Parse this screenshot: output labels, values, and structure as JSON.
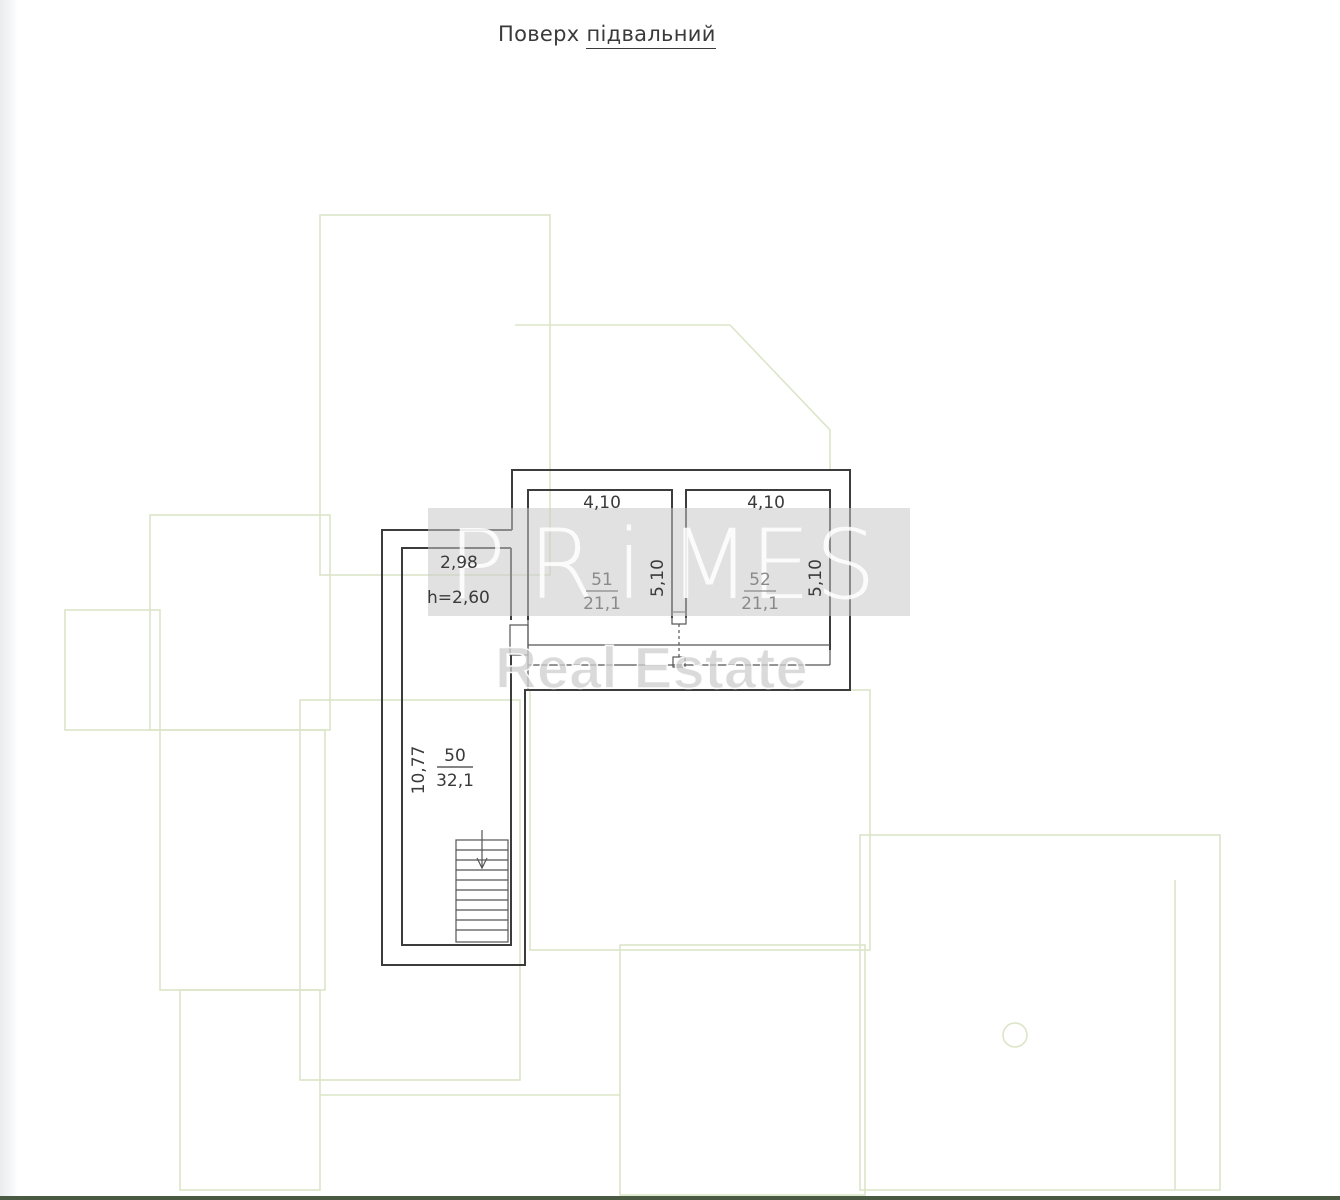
{
  "title": {
    "word1": "Поверх",
    "word2": "підвальний"
  },
  "rooms": [
    {
      "number": "50",
      "area": "32,1",
      "length_label": "10,77",
      "width_label": "2,98",
      "height_label": "h=2,60"
    },
    {
      "number": "51",
      "area": "21,1",
      "width_label": "4,10",
      "length_label": "5,10"
    },
    {
      "number": "52",
      "area": "21,1",
      "width_label": "4,10",
      "length_label": "5,10"
    }
  ],
  "watermark": {
    "letters": [
      "P",
      "R",
      "i",
      "M",
      "E",
      "S"
    ],
    "subtitle": "Real Estate"
  },
  "colors": {
    "wall": "#3c3c3c",
    "ghost_plan": "#dbe5c8",
    "watermark": "#c8c8c8"
  }
}
